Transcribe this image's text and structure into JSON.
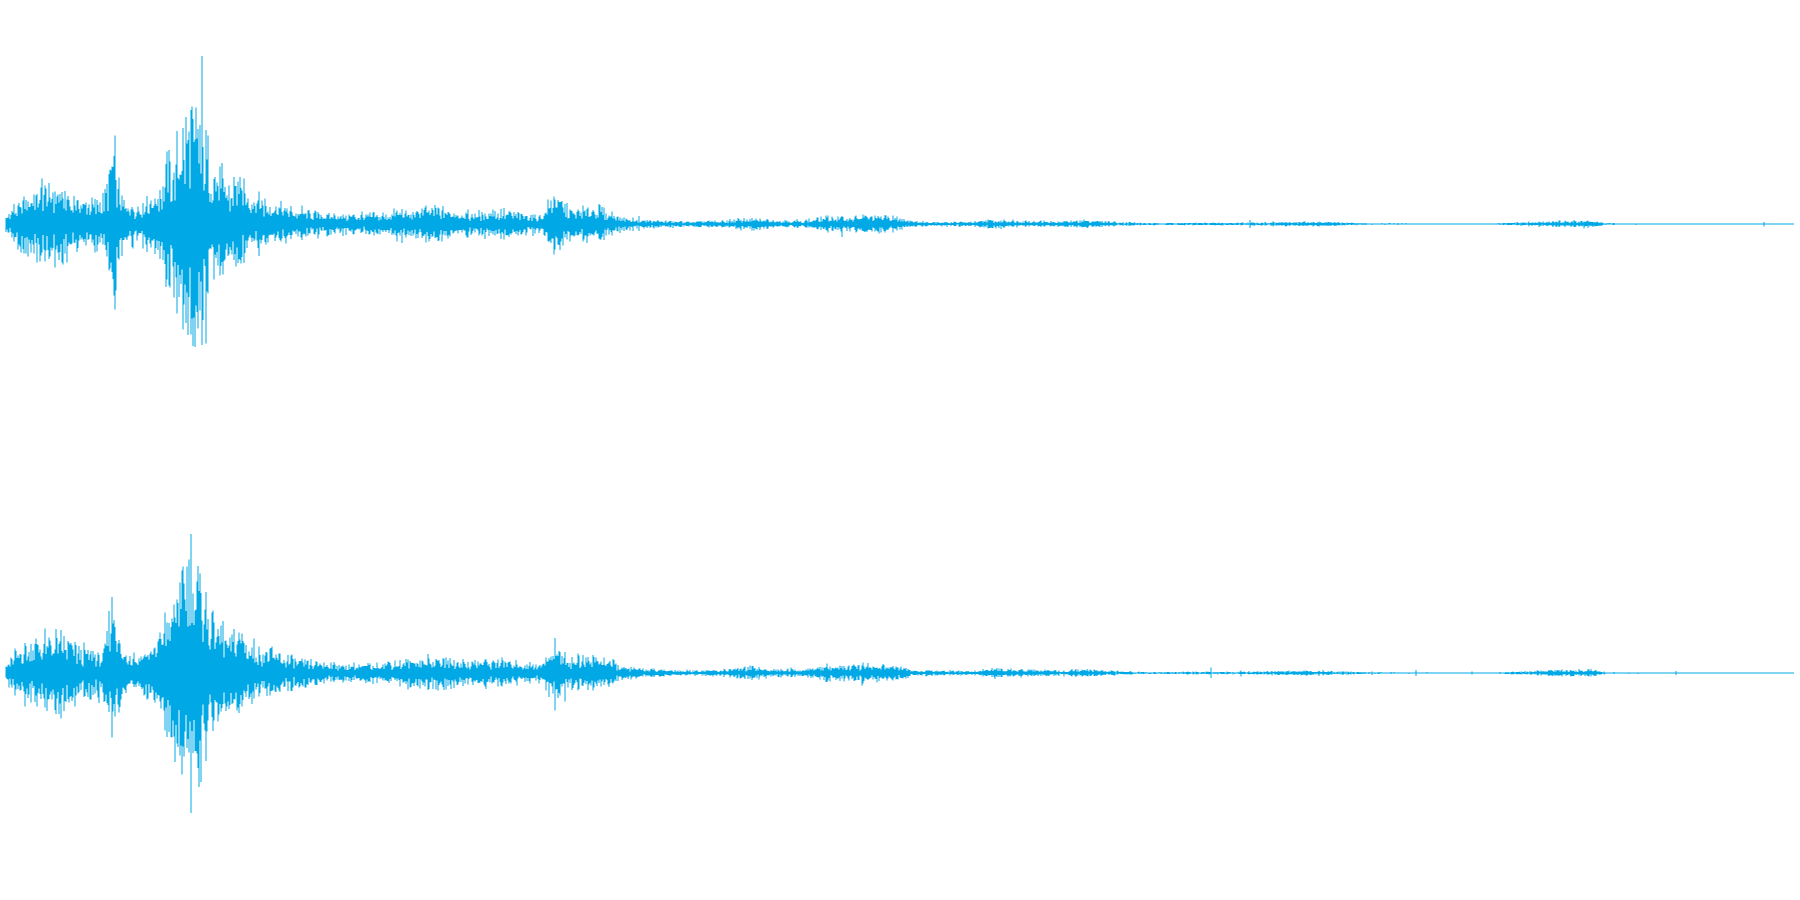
{
  "waveform": {
    "color": "#00a8e6",
    "background": "#ffffff",
    "channels": [
      {
        "label": ""
      },
      {
        "label": ""
      }
    ],
    "envelope": [
      [
        0.0,
        0.06
      ],
      [
        0.01,
        0.22
      ],
      [
        0.02,
        0.27
      ],
      [
        0.03,
        0.3
      ],
      [
        0.035,
        0.24
      ],
      [
        0.045,
        0.18
      ],
      [
        0.055,
        0.2
      ],
      [
        0.06,
        0.62
      ],
      [
        0.065,
        0.18
      ],
      [
        0.075,
        0.16
      ],
      [
        0.085,
        0.28
      ],
      [
        0.092,
        0.52
      ],
      [
        0.098,
        0.72
      ],
      [
        0.103,
        0.98
      ],
      [
        0.107,
        0.91
      ],
      [
        0.112,
        0.62
      ],
      [
        0.118,
        0.42
      ],
      [
        0.125,
        0.28
      ],
      [
        0.13,
        0.37
      ],
      [
        0.135,
        0.24
      ],
      [
        0.15,
        0.16
      ],
      [
        0.165,
        0.1
      ],
      [
        0.18,
        0.08
      ],
      [
        0.2,
        0.07
      ],
      [
        0.215,
        0.09
      ],
      [
        0.225,
        0.11
      ],
      [
        0.24,
        0.13
      ],
      [
        0.26,
        0.09
      ],
      [
        0.275,
        0.11
      ],
      [
        0.29,
        0.08
      ],
      [
        0.3,
        0.07
      ],
      [
        0.307,
        0.25
      ],
      [
        0.315,
        0.11
      ],
      [
        0.325,
        0.12
      ],
      [
        0.33,
        0.14
      ],
      [
        0.345,
        0.05
      ],
      [
        0.36,
        0.03
      ],
      [
        0.38,
        0.02
      ],
      [
        0.4,
        0.025
      ],
      [
        0.415,
        0.045
      ],
      [
        0.43,
        0.03
      ],
      [
        0.445,
        0.025
      ],
      [
        0.46,
        0.06
      ],
      [
        0.47,
        0.05
      ],
      [
        0.48,
        0.07
      ],
      [
        0.495,
        0.06
      ],
      [
        0.51,
        0.02
      ],
      [
        0.54,
        0.015
      ],
      [
        0.553,
        0.035
      ],
      [
        0.57,
        0.025
      ],
      [
        0.59,
        0.02
      ],
      [
        0.605,
        0.03
      ],
      [
        0.615,
        0.02
      ],
      [
        0.64,
        0.008
      ],
      [
        0.695,
        0.012
      ],
      [
        0.705,
        0.015
      ],
      [
        0.735,
        0.018
      ],
      [
        0.75,
        0.012
      ],
      [
        0.765,
        0.006
      ],
      [
        0.83,
        0.004
      ],
      [
        0.885,
        0.03
      ],
      [
        0.895,
        0.006
      ],
      [
        0.96,
        0.003
      ],
      [
        1.0,
        0.002
      ]
    ]
  }
}
